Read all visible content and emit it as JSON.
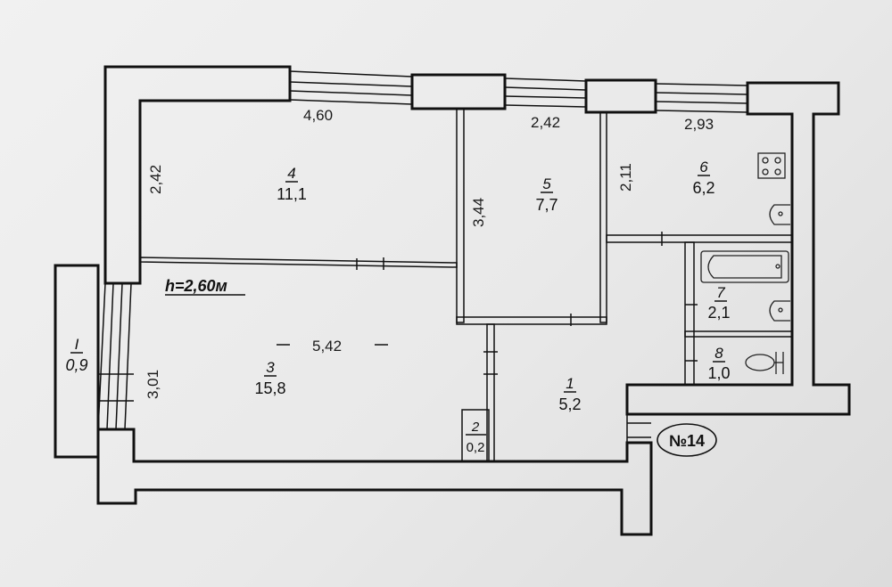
{
  "plan": {
    "ceiling_height": "h=2,60м",
    "apartment_number": "№14",
    "dimensions": {
      "room4_width": "4,60",
      "room4_depth": "2,42",
      "room5_width": "2,42",
      "room5_depth": "3,44",
      "room6_width": "2,93",
      "room6_depth": "2,11",
      "room3_width": "5,42",
      "room3_depth": "3,01"
    },
    "rooms": [
      {
        "number": "4",
        "area": "11,1"
      },
      {
        "number": "5",
        "area": "7,7"
      },
      {
        "number": "6",
        "area": "6,2"
      },
      {
        "number": "7",
        "area": "2,1"
      },
      {
        "number": "8",
        "area": "1,0"
      },
      {
        "number": "3",
        "area": "15,8"
      },
      {
        "number": "1",
        "area": "5,2"
      },
      {
        "number": "2",
        "area": "0,2"
      },
      {
        "number": "I",
        "area": "0,9"
      }
    ]
  }
}
